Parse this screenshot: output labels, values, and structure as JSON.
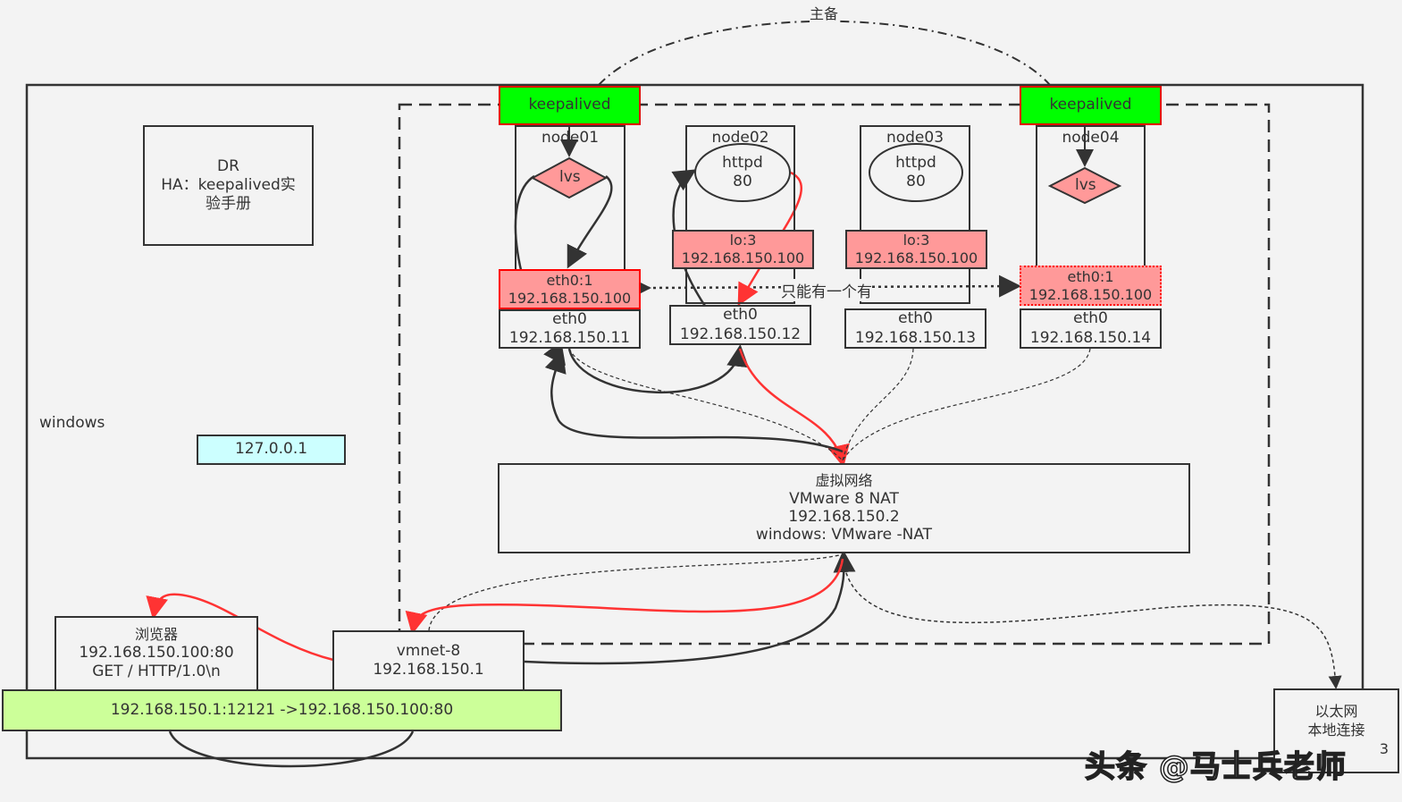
{
  "top_arc_label": "主备",
  "windows_label": "windows",
  "dr_box": {
    "line1": "DR",
    "line2": "HA：keepalived实",
    "line3": "验手册"
  },
  "loopback": "127.0.0.1",
  "keepalived_left": "keepalived",
  "keepalived_right": "keepalived",
  "nodes": [
    {
      "name": "node01",
      "eth_name": "eth0",
      "eth_ip": "192.168.150.11"
    },
    {
      "name": "node02",
      "eth_name": "eth0",
      "eth_ip": "192.168.150.12"
    },
    {
      "name": "node03",
      "eth_name": "eth0",
      "eth_ip": "192.168.150.13"
    },
    {
      "name": "node04",
      "eth_name": "eth0",
      "eth_ip": "192.168.150.14"
    }
  ],
  "lvs_label": "lvs",
  "httpd": {
    "name": "httpd",
    "port": "80"
  },
  "lo": {
    "name": "lo:3",
    "ip": "192.168.150.100"
  },
  "vip": {
    "name": "eth0:1",
    "ip": "192.168.150.100"
  },
  "only_one_label": "只能有一个有",
  "nat_box": {
    "line1": "虚拟网络",
    "line2": "VMware 8   NAT",
    "line3": "192.168.150.2",
    "line4": "windows: VMware -NAT"
  },
  "browser": {
    "line1": "浏览器",
    "line2": "192.168.150.100:80",
    "line3": "GET / HTTP/1.0\\n"
  },
  "vmnet": {
    "line1": "vmnet-8",
    "line2": "192.168.150.1"
  },
  "socket": "192.168.150.1:12121 ->192.168.150.100:80",
  "ethernet": {
    "line1": "以太网",
    "line2": "本地连接",
    "line3": "3"
  },
  "watermark": "头条 @马士兵老师",
  "colors": {
    "keepalived": "#00ff00",
    "interface": "#ff9999",
    "loopback": "#ccffff",
    "socket": "#ccff99",
    "red_path": "#ff3333",
    "border_red": "#ff0000"
  }
}
